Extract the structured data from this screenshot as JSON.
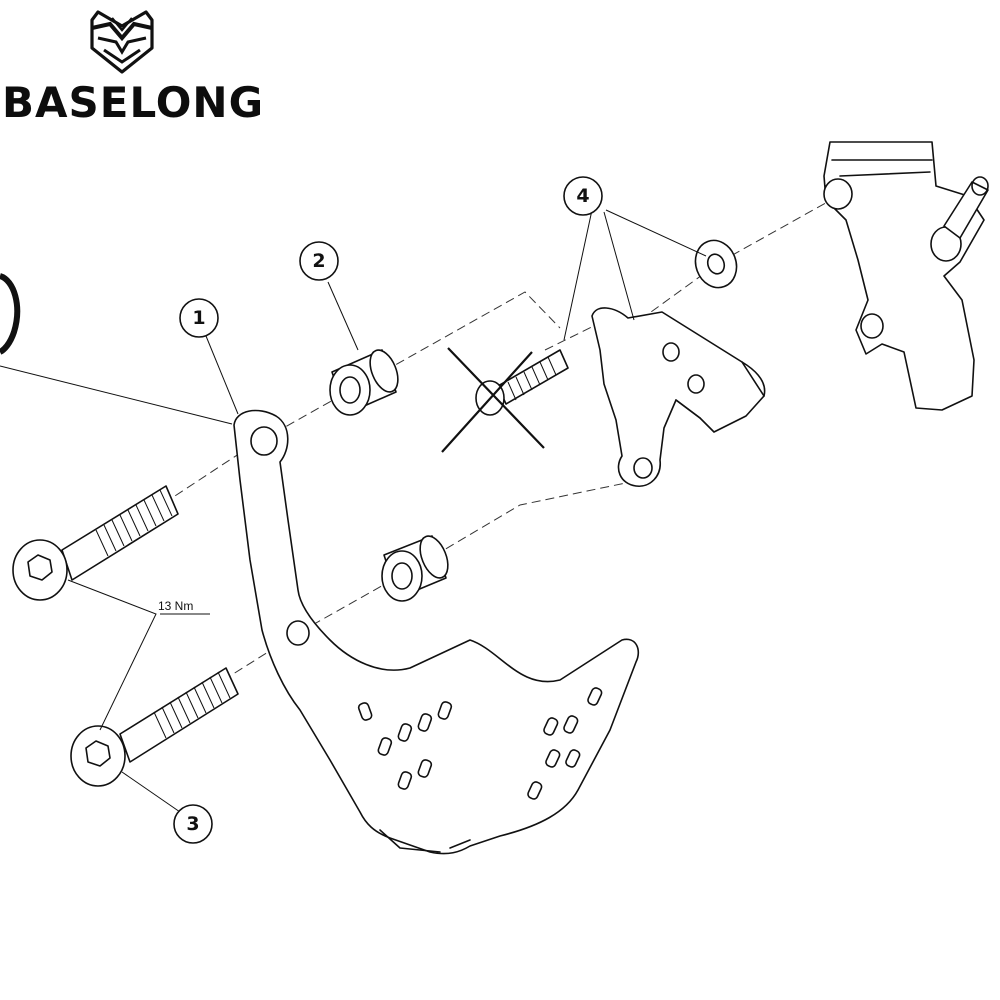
{
  "brand": {
    "name": "BASELONG",
    "logo_icon": "mask-shield-icon"
  },
  "callouts": [
    {
      "number": "1",
      "part": "mounting bracket"
    },
    {
      "number": "2",
      "part": "spacer"
    },
    {
      "number": "3",
      "part": "hex socket bolt"
    },
    {
      "number": "4",
      "part": "washer and caliper bracket"
    }
  ],
  "torque": {
    "label": "13 Nm"
  },
  "colors": {
    "line": "#111111",
    "background": "#ffffff",
    "dash": "#333333"
  }
}
